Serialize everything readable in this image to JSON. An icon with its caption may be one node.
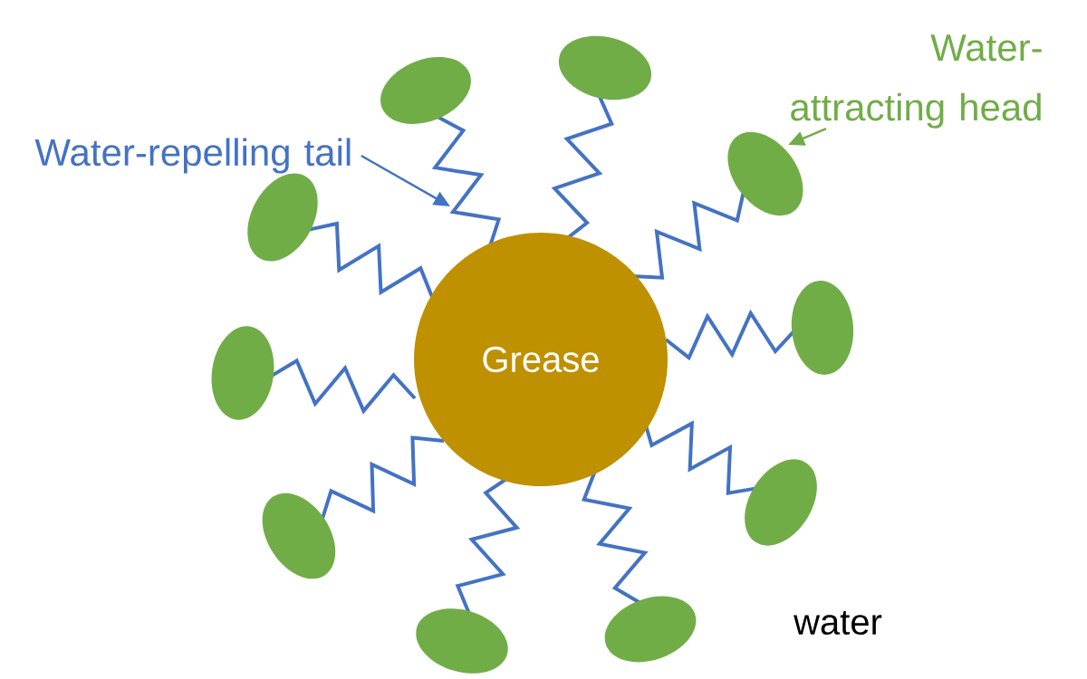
{
  "diagram": {
    "nodes": [
      {
        "text": [
          "Grease"
        ]
      },
      {
        "text": [
          "Water-repelling tail"
        ]
      },
      {
        "text": [
          "Water-attracting head"
        ]
      }
    ],
    "edges": [
      {
        "from": 1,
        "to": null,
        "arrow": "to",
        "color": "#4472c4"
      },
      {
        "from": 2,
        "to": null,
        "arrow": "to",
        "color": "#70ad47"
      }
    ],
    "labels": [
      "water"
    ]
  }
}
